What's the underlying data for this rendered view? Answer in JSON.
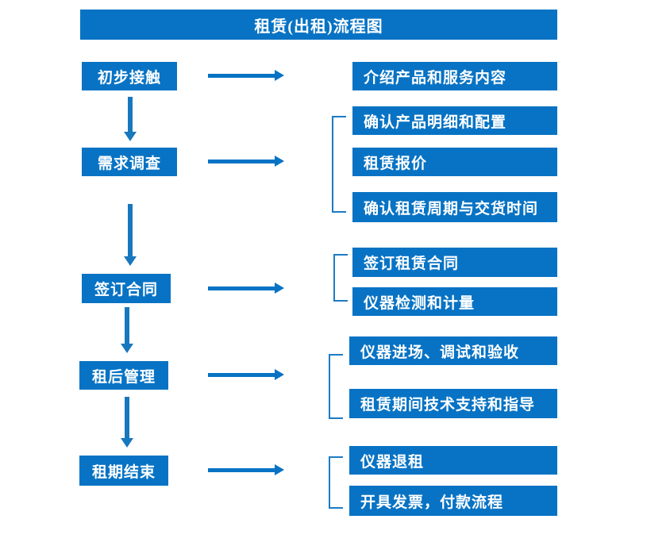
{
  "diagram": {
    "title": "租赁(出租)流程图",
    "accent_color": "#0873C4",
    "arrow_color": "#1878BE",
    "bracket_color": "#1C7BC4",
    "text_color": "#FFFFFF",
    "background_color": "#FFFFFF"
  },
  "stages": [
    {
      "label": "初步接触"
    },
    {
      "label": "需求调查"
    },
    {
      "label": "签订合同"
    },
    {
      "label": "租后管理"
    },
    {
      "label": "租期结束"
    }
  ],
  "details": [
    {
      "label": "介绍产品和服务内容"
    },
    {
      "label": "确认产品明细和配置"
    },
    {
      "label": "租赁报价"
    },
    {
      "label": "确认租赁周期与交货时间"
    },
    {
      "label": "签订租赁合同"
    },
    {
      "label": "仪器检测和计量"
    },
    {
      "label": "仪器进场、调试和验收"
    },
    {
      "label": "租赁期间技术支持和指导"
    },
    {
      "label": "仪器退租"
    },
    {
      "label": "开具发票，付款流程"
    }
  ],
  "groups": [
    {
      "stage": "需求调查",
      "items": [
        "确认产品明细和配置",
        "租赁报价",
        "确认租赁周期与交货时间"
      ]
    },
    {
      "stage": "签订合同",
      "items": [
        "签订租赁合同",
        "仪器检测和计量"
      ]
    },
    {
      "stage": "租后管理",
      "items": [
        "仪器进场、调试和验收",
        "租赁期间技术支持和指导"
      ]
    },
    {
      "stage": "租期结束",
      "items": [
        "仪器退租",
        "开具发票，付款流程"
      ]
    }
  ],
  "connectors": {
    "stage_to_detail": "horizontal-arrow",
    "stage_to_stage": "vertical-arrow"
  }
}
